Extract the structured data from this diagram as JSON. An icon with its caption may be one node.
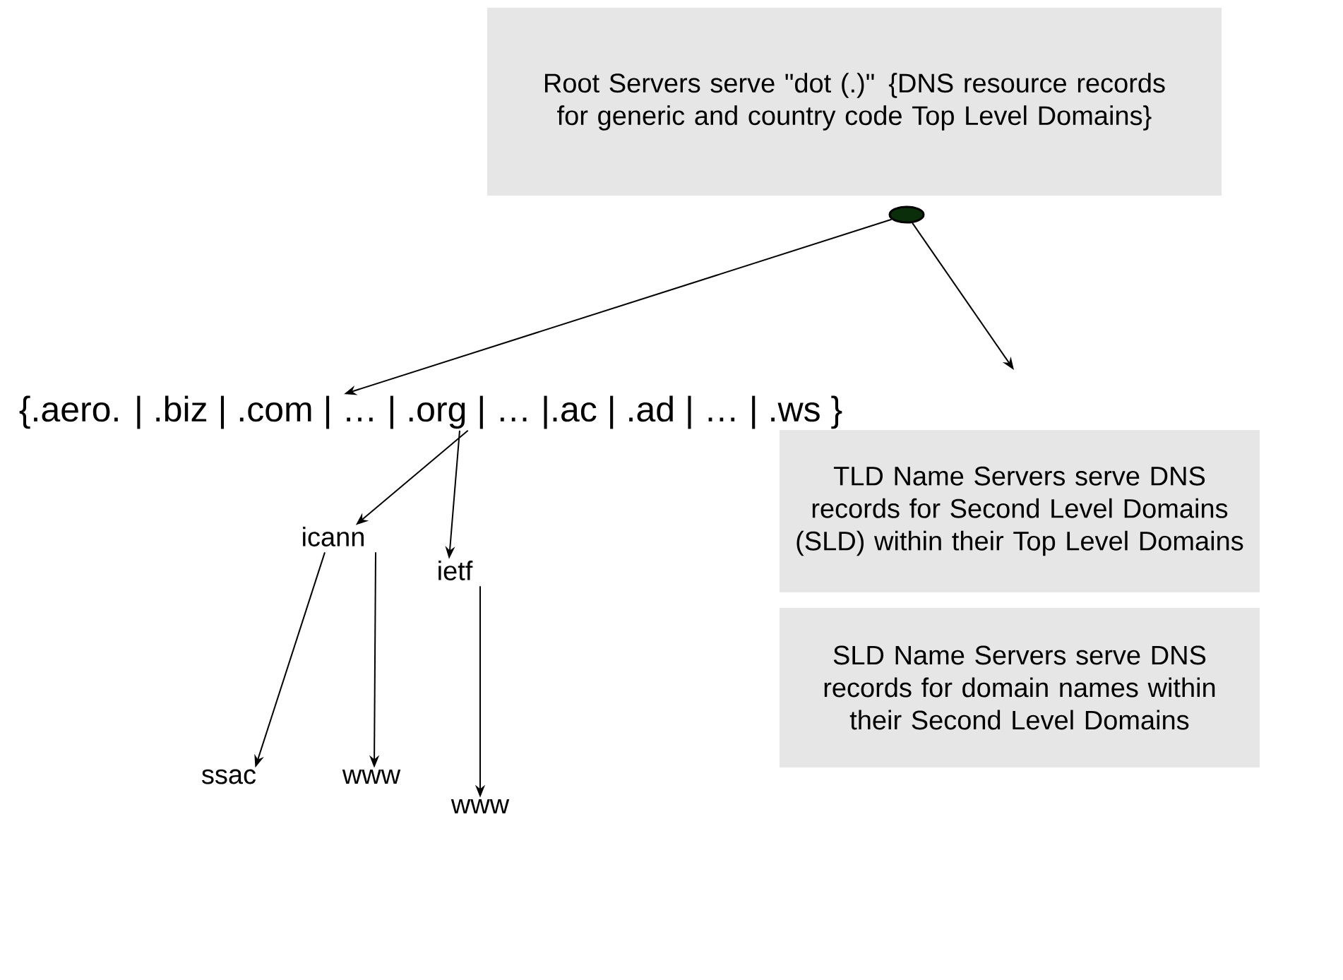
{
  "diagram": {
    "nodes": [
      {
        "text": [
          "Root Servers serve \"dot (.)\"  {DNS resource records for generic and  country code Top Level Domains}"
        ]
      },
      {
        "text": [],
        "shape": "circle"
      },
      {
        "text": [
          "{.aero. | .biz | .com | … | .org | … |.ac | .ad | … | .ws }"
        ]
      },
      {
        "text": [
          "TLD Name Servers serve DNS records for Second Level Domains (SLD) within their Top Level Domains"
        ]
      },
      {
        "text": [
          "icann"
        ]
      },
      {
        "text": [
          "ietf"
        ]
      },
      {
        "text": [
          "SLD Name Servers serve DNS records for domain names within their Second Level Domains"
        ]
      },
      {
        "text": [
          "ssac"
        ]
      },
      {
        "text": [
          "www"
        ]
      },
      {
        "text": [
          "www"
        ]
      }
    ],
    "edges": [
      {
        "from": 1,
        "to": 2,
        "arrow": "to"
      },
      {
        "from": 1,
        "to": null,
        "arrow": "to"
      },
      {
        "from": 2,
        "to": 4,
        "arrow": "to"
      },
      {
        "from": 2,
        "to": 5,
        "arrow": "to"
      },
      {
        "from": 4,
        "to": 7,
        "arrow": "to"
      },
      {
        "from": 4,
        "to": 8,
        "arrow": "to"
      },
      {
        "from": 5,
        "to": 9,
        "arrow": "to"
      }
    ]
  }
}
